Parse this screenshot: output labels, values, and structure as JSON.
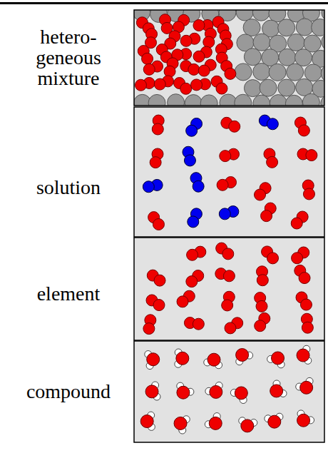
{
  "diagram": {
    "labels": [
      "hetero- geneous mixture",
      "solution",
      "element",
      "compound"
    ]
  }
}
